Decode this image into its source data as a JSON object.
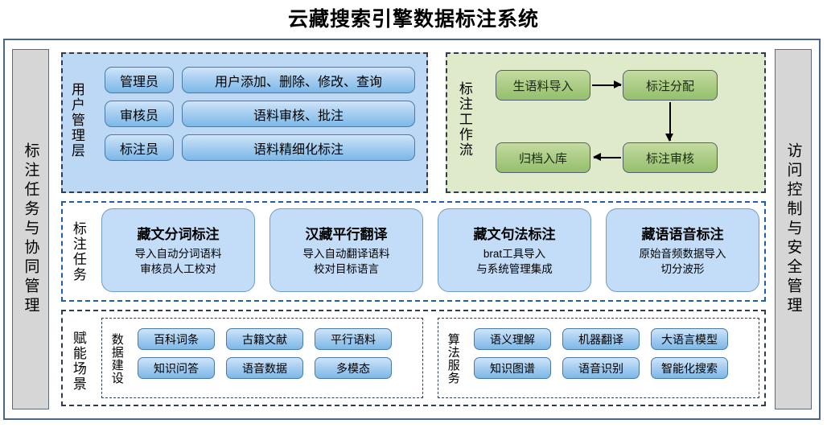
{
  "title": "云藏搜索引擎数据标注系统",
  "side_panels": {
    "left": "标注任务与协同管理",
    "right": "访问控制与安全管理"
  },
  "user_management": {
    "label": "用户管理层",
    "rows": [
      {
        "role": "管理员",
        "desc": "用户添加、删除、修改、查询"
      },
      {
        "role": "审核员",
        "desc": "语料审核、批注"
      },
      {
        "role": "标注员",
        "desc": "语料精细化标注"
      }
    ]
  },
  "workflow": {
    "label": "标注工作流",
    "nodes": [
      "生语料导入",
      "标注分配",
      "标注审核",
      "归档入库"
    ],
    "arrows": [
      "arrow-right",
      "arrow-down",
      "arrow-left"
    ]
  },
  "tasks": {
    "label": "标注任务",
    "cards": [
      {
        "title": "藏文分词标注",
        "desc": "导入自动分词语料\n审核员人工校对"
      },
      {
        "title": "汉藏平行翻译",
        "desc": "导入自动翻译语料\n校对目标语言"
      },
      {
        "title": "藏文句法标注",
        "desc": "brat工具导入\n与系统管理集成"
      },
      {
        "title": "藏语语音标注",
        "desc": "原始音频数据导入\n切分波形"
      }
    ]
  },
  "scenarios": {
    "label": "赋能场景",
    "groups": [
      {
        "label": "数据建设",
        "tags": [
          "百科词条",
          "古籍文献",
          "平行语料",
          "知识问答",
          "语音数据",
          "多模态"
        ]
      },
      {
        "label": "算法服务",
        "tags": [
          "语义理解",
          "机器翻译",
          "大语言模型",
          "知识图谱",
          "语音识别",
          "智能化搜索"
        ]
      }
    ]
  },
  "colors": {
    "frame_border": "#4a6785",
    "side_panel_bg": "#d6d6d6",
    "user_section_bg": "#bdd8f5",
    "workflow_section_bg": "#dfeacb",
    "pill_blue": "#a8cff0",
    "workflow_node_green": "#a9cb82",
    "task_card_bg": "#c3dcf7",
    "tasks_border": "#1f5fa8"
  }
}
